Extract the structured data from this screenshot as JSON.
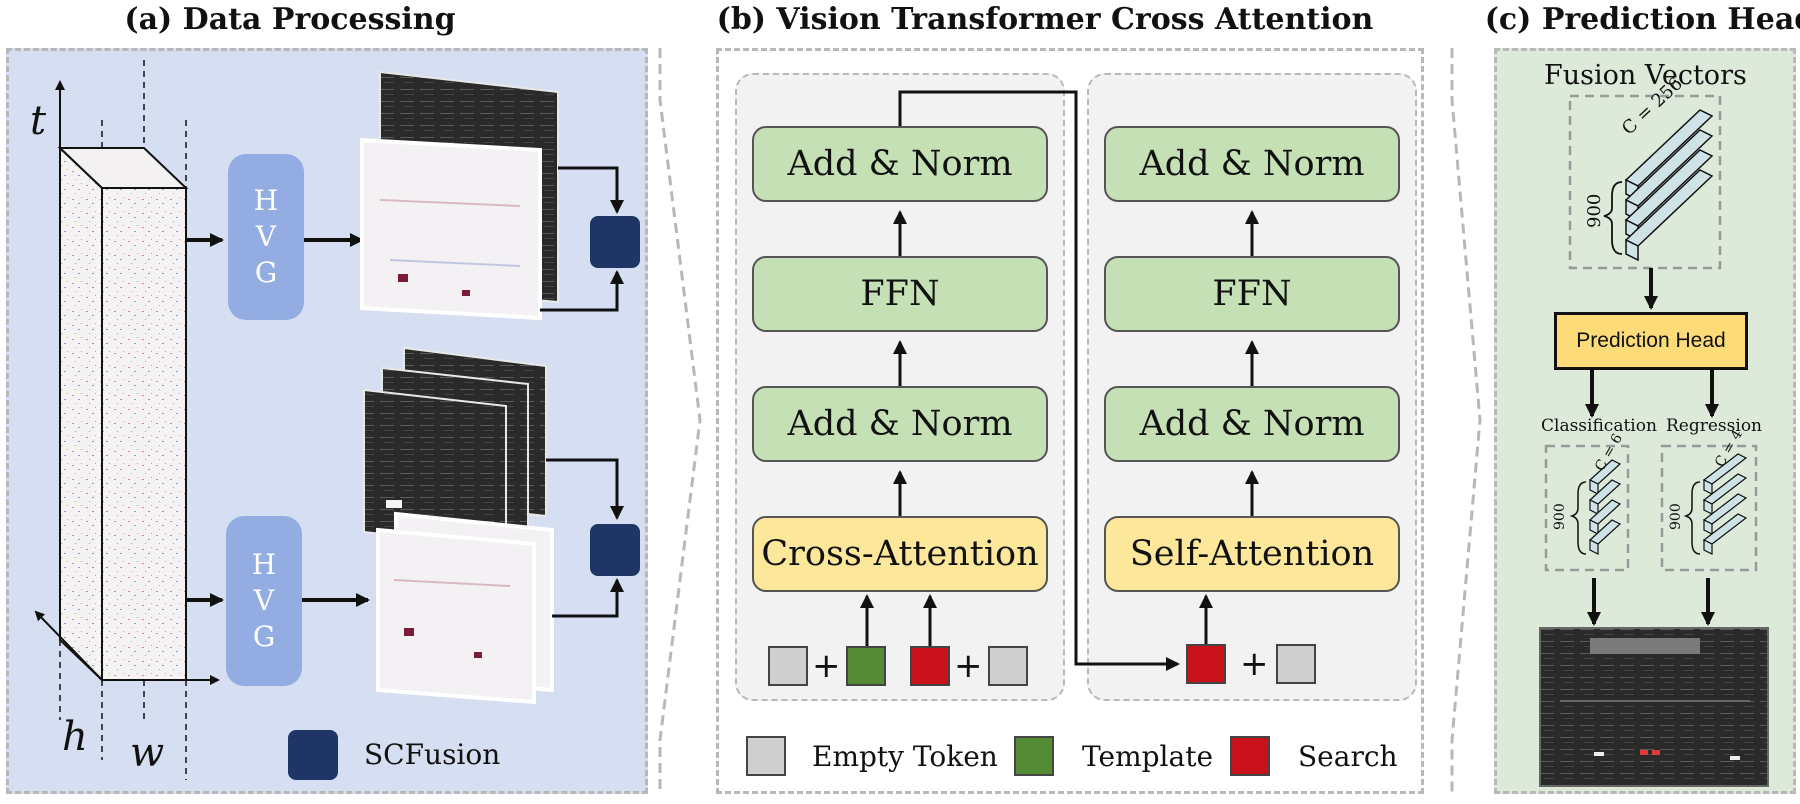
{
  "panels": {
    "a": {
      "title": "(a) Data Processing"
    },
    "b": {
      "title": "(b) Vision Transformer Cross Attention"
    },
    "c": {
      "title": "(c) Prediction Head"
    }
  },
  "data_processing": {
    "axis_t": "t",
    "axis_h": "h",
    "axis_w": "w",
    "hvg_letters": [
      "H",
      "V",
      "G"
    ],
    "scfusion_label": "SCFusion"
  },
  "transformer": {
    "left_column": [
      "Add & Norm",
      "FFN",
      "Add & Norm",
      "Cross-Attention"
    ],
    "right_column": [
      "Add & Norm",
      "FFN",
      "Add & Norm",
      "Self-Attention"
    ],
    "plus": "+",
    "legend": [
      "Empty Token",
      "Template",
      "Search"
    ]
  },
  "prediction_head": {
    "fusion_vectors_label": "Fusion Vectors",
    "fusion_dim_c": "C = 256",
    "fusion_dim_n": "900",
    "head_label": "Prediction Head",
    "classification_label": "Classification",
    "regression_label": "Regression",
    "cls_dim_c": "C = 6",
    "cls_dim_n": "900",
    "reg_dim_c": "C = 4",
    "reg_dim_n": "900"
  },
  "colors": {
    "panel_a_bg": "#d6dff2",
    "panel_c_bg": "#dde9d9",
    "hvg": "#93ade2",
    "scfusion": "#1e3566",
    "green_block": "#c6e0b5",
    "yellow_block": "#fde79a",
    "token_empty": "#cfcfcf",
    "token_template": "#548b34",
    "token_search": "#c8111a"
  }
}
